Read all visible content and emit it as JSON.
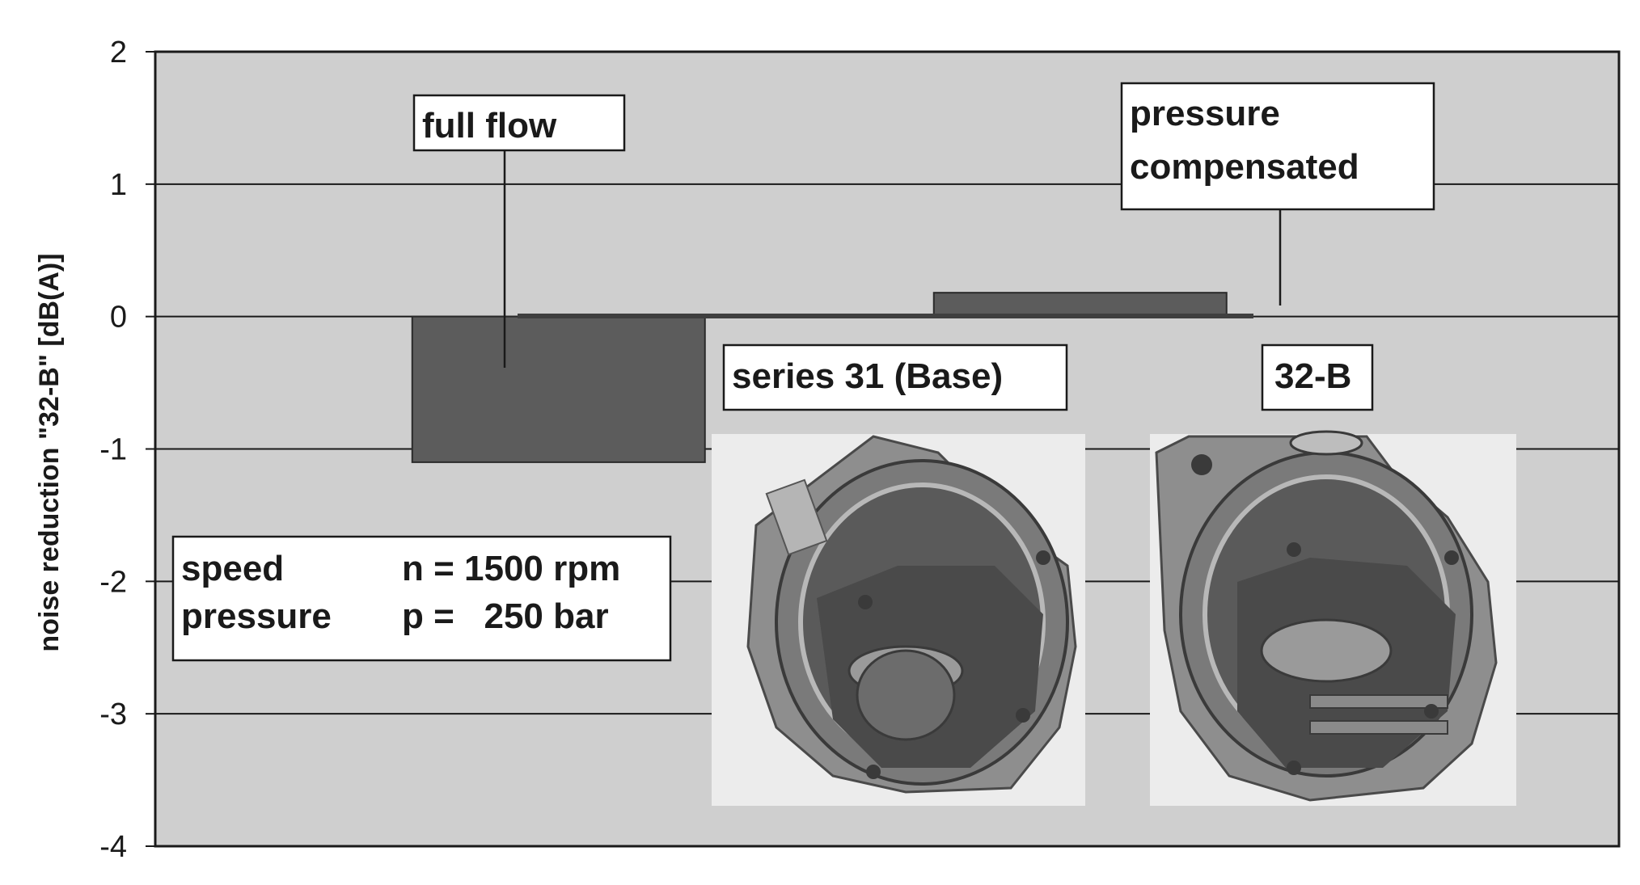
{
  "chart_data": {
    "type": "bar",
    "categories": [
      "full flow",
      "pressure compensated"
    ],
    "values": [
      -1.1,
      0.18
    ],
    "ylabel": "noise reduction \"32-B\" [dB(A)]",
    "ylim": [
      -4,
      2
    ],
    "yticks": [
      "2",
      "1",
      "0",
      "-1",
      "-2",
      "-3",
      "-4"
    ],
    "grid": true,
    "bar_color": "#5c5c5c",
    "plot_background": "#cfcfcf",
    "annotations": {
      "full_flow": "full flow",
      "pressure_compensated": [
        "pressure",
        "compensated"
      ],
      "series31": "series 31 (Base)",
      "b32": "32-B"
    },
    "conditions": {
      "speed_label": "speed",
      "speed_value": "n = 1500 rpm",
      "pressure_label": "pressure",
      "pressure_value": "p =   250 bar"
    },
    "photos": [
      "series 31 pump housing photo",
      "32-B pump housing photo"
    ]
  }
}
